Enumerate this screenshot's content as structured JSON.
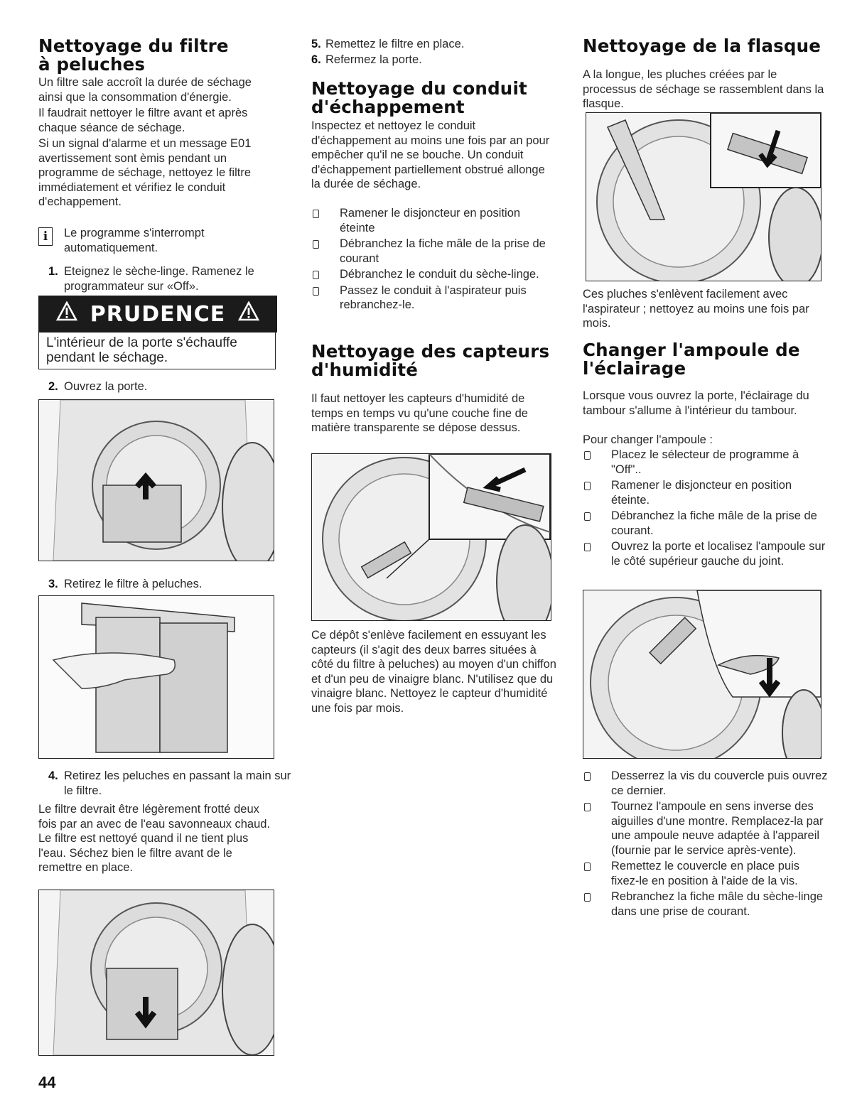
{
  "col1": {
    "title_line1": "Nettoyage du filtre",
    "title_line2": "à peluches",
    "intro": "Un filtre sale accroît la durée de séchage ainsi que la consommation d'énergie.",
    "para2": "Il faudrait nettoyer le filtre avant et après chaque séance de séchage.",
    "para3": "Si un signal d'alarme et un message E01 avertissement sont èmis pendant un programme de séchage, nettoyez le filtre immédiatement et vérifiez le conduit d'echappement.",
    "info_text": "Le programme s'interrompt automatiquement.",
    "step1_num": "1.",
    "step1": "Eteignez le sèche-linge. Ramenez le programmateur sur «Off».",
    "caution_label": "PRUDENCE",
    "caution_text": "L'intérieur de la porte s'échauffe pendant le séchage.",
    "step2_num": "2.",
    "step2": "Ouvrez la porte.",
    "step3_num": "3.",
    "step3": "Retirez le filtre à peluches.",
    "step4_num": "4.",
    "step4": "Retirez les peluches en passant la main sur le filtre.",
    "para4": "Le filtre devrait être légèrement frotté deux fois par an avec de l'eau savonneaux chaud.  Le filtre est nettoyé quand il ne tient plus l'eau. Séchez bien le filtre avant de le remettre en place."
  },
  "col2": {
    "step5_num": "5.",
    "step5": "Remettez le filtre en place.",
    "step6_num": "6.",
    "step6": "Refermez la porte.",
    "title2_line1": "Nettoyage du conduit",
    "title2_line2": "d'échappement",
    "para1": "Inspectez et nettoyez le conduit d'échappement au moins une fois par an pour empêcher qu'il ne se bouche. Un conduit d'échappement partiellement obstrué allonge la durée de séchage.",
    "bullets": [
      "Ramener le disjoncteur en position éteinte",
      "Débranchez la fiche mâle de la prise de courant",
      "Débranchez le conduit du sèche-linge.",
      "Passez le conduit à l'aspirateur puis rebranchez-le."
    ],
    "title3_line1": "Nettoyage des capteurs",
    "title3_line2": "d'humidité",
    "para2": "Il faut nettoyer les capteurs d'humidité de temps en temps vu qu'une couche fine de matière transparente se dépose dessus.",
    "para3": "Ce dépôt s'enlève facilement en essuyant les capteurs (il s'agit des deux barres situées à côté du filtre à peluches) au moyen d'un chiffon et d'un peu de vinaigre blanc. N'utilisez que du vinaigre blanc. Nettoyez le capteur d'humidité une fois par mois."
  },
  "col3": {
    "title1": "Nettoyage de la flasque",
    "para1": "A la longue, les pluches créées par le processus de séchage se rassemblent dans la flasque.",
    "para2": "Ces pluches s'enlèvent facilement avec l'aspirateur ; nettoyez au moins une fois par mois.",
    "title2_line1": "Changer l'ampoule de",
    "title2_line2": "l'éclairage",
    "para3": "Lorsque vous ouvrez la porte, l'éclairage du tambour s'allume à l'intérieur du tambour.",
    "para4": "Pour changer l'ampoule :",
    "bullets1": [
      "Placez le sélecteur de programme à \"Off\"..",
      "Ramener le disjoncteur en position éteinte.",
      "Débranchez la fiche mâle de la prise de courant.",
      "Ouvrez la porte et localisez l'ampoule sur le côté supérieur gauche du joint."
    ],
    "bullets2": [
      "Desserrez la vis du couvercle puis ouvrez ce dernier.",
      "Tournez l'ampoule en sens inverse des aiguilles d'une montre. Remplacez-la par une ampoule neuve adaptée à l'appareil (fournie par le service après-vente).",
      "Remettez le couvercle en place puis fixez-le en position à l'aide de la vis.",
      "Rebranchez la fiche mâle du sèche-linge dans une prise de courant."
    ]
  },
  "page_number": "44"
}
